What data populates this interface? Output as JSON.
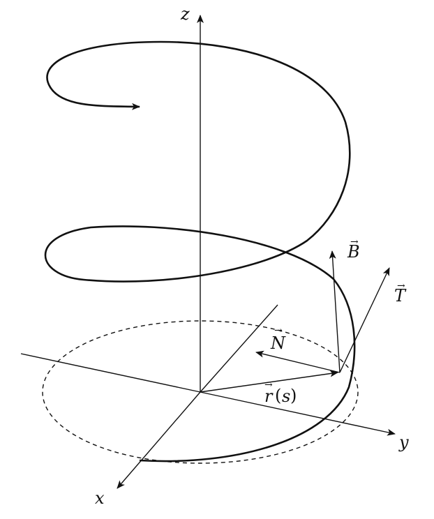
{
  "colors": {
    "background": "#ffffff",
    "ink": "#111111"
  },
  "axes": {
    "x_label": "x",
    "y_label": "y",
    "z_label": "z"
  },
  "vectors": {
    "tangent_symbol": "T",
    "normal_symbol": "N",
    "binormal_symbol": "B",
    "position_symbol": "r",
    "position_argument_open": "(",
    "position_argument": "s",
    "position_argument_close": ")",
    "arrow_glyph": "→"
  }
}
